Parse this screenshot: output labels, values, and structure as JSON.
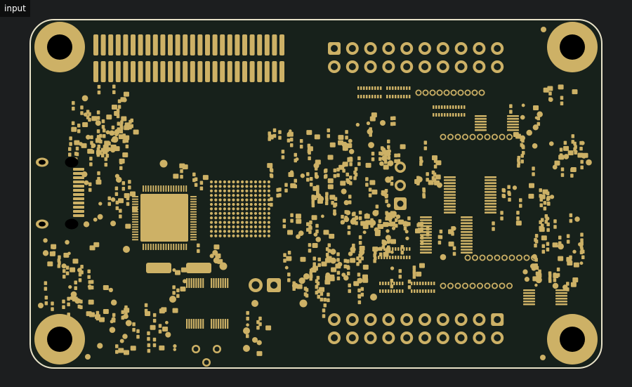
{
  "window": {
    "tag_label": "input"
  },
  "colors": {
    "background": "#1c1e1f",
    "board": "#17211b",
    "outline": "#e8e2c8",
    "copper": "#cdb166",
    "hole": "#000000"
  },
  "board": {
    "mounting_holes": 4,
    "edge_connector_pads_per_row": 26,
    "header_top_pins": 20,
    "header_bottom_pins": 20
  }
}
